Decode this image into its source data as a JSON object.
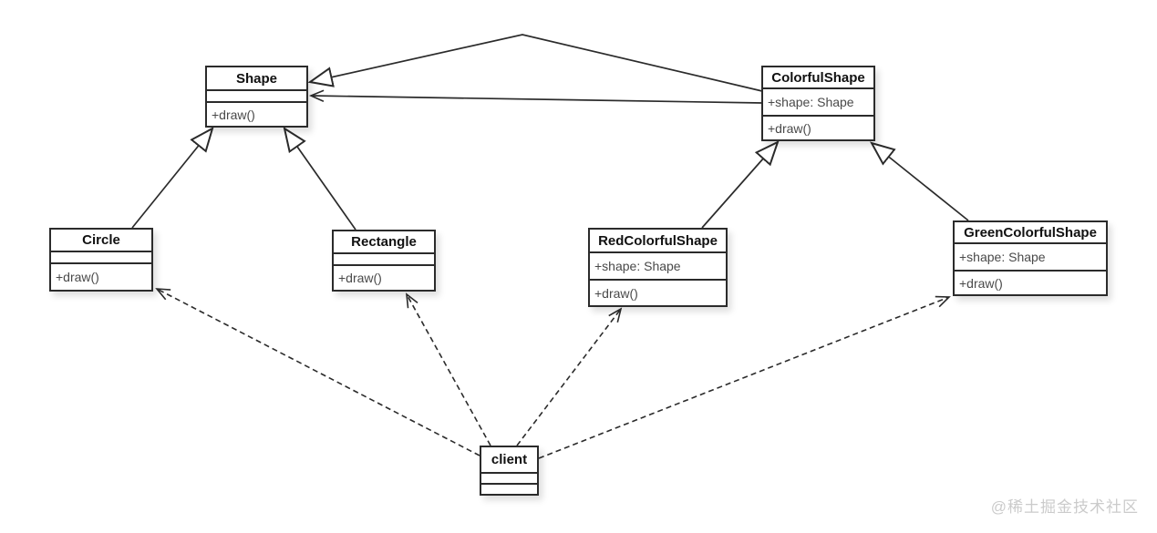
{
  "diagram": {
    "type": "uml-class-diagram",
    "classes": [
      {
        "name": "Shape",
        "attributes": [],
        "methods": [
          "+draw()"
        ]
      },
      {
        "name": "ColorfulShape",
        "attributes": [
          "+shape: Shape"
        ],
        "methods": [
          "+draw()"
        ]
      },
      {
        "name": "Circle",
        "attributes": [],
        "methods": [
          "+draw()"
        ]
      },
      {
        "name": "Rectangle",
        "attributes": [],
        "methods": [
          "+draw()"
        ]
      },
      {
        "name": "RedColorfulShape",
        "attributes": [
          "+shape: Shape"
        ],
        "methods": [
          "+draw()"
        ]
      },
      {
        "name": "GreenColorfulShape",
        "attributes": [
          "+shape: Shape"
        ],
        "methods": [
          "+draw()"
        ]
      },
      {
        "name": "client",
        "attributes": [],
        "methods": []
      }
    ],
    "relationships": [
      {
        "type": "generalization",
        "from": "Circle",
        "to": "Shape"
      },
      {
        "type": "generalization",
        "from": "Rectangle",
        "to": "Shape"
      },
      {
        "type": "generalization",
        "from": "ColorfulShape",
        "to": "Shape"
      },
      {
        "type": "generalization",
        "from": "RedColorfulShape",
        "to": "ColorfulShape"
      },
      {
        "type": "generalization",
        "from": "GreenColorfulShape",
        "to": "ColorfulShape"
      },
      {
        "type": "association",
        "from": "ColorfulShape",
        "to": "Shape"
      },
      {
        "type": "dependency",
        "from": "client",
        "to": "Circle"
      },
      {
        "type": "dependency",
        "from": "client",
        "to": "Rectangle"
      },
      {
        "type": "dependency",
        "from": "client",
        "to": "RedColorfulShape"
      },
      {
        "type": "dependency",
        "from": "client",
        "to": "GreenColorfulShape"
      }
    ],
    "colors": {
      "line": "#2b2b2b",
      "box_border": "#2b2b2b",
      "box_fill": "#ffffff",
      "title_text": "#111111",
      "member_text": "#494949",
      "watermark_text": "#cbcbcb",
      "background": "#ffffff"
    }
  },
  "watermark": {
    "text": "@稀土掘金技术社区"
  }
}
